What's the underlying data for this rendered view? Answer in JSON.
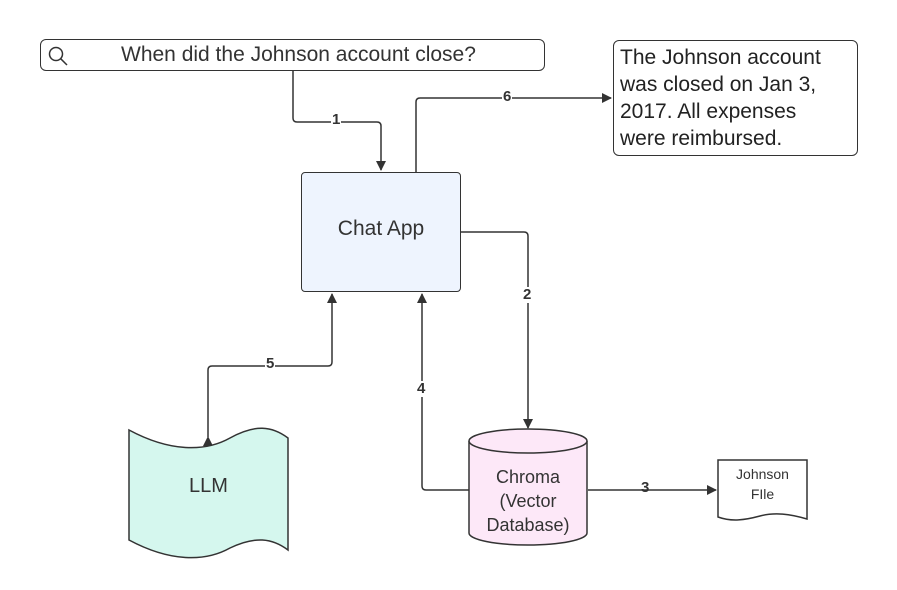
{
  "query": {
    "text": "When did the Johnson account close?",
    "icon": "search-icon"
  },
  "answer": {
    "lines": [
      "The Johnson account",
      "was closed on Jan 3,",
      "2017. All expenses",
      "were reimbursed."
    ]
  },
  "nodes": {
    "chat_app": "Chat App",
    "llm": "LLM",
    "chroma_lines": [
      "Chroma",
      "(Vector",
      "Database)"
    ],
    "johnson_file_lines": [
      "Johnson",
      "FIle"
    ]
  },
  "steps": {
    "s1": "1",
    "s2": "2",
    "s3": "3",
    "s4": "4",
    "s5": "5",
    "s6": "6"
  },
  "colors": {
    "chat_app_fill": "#eef4fe",
    "llm_fill": "#d5f7ee",
    "chroma_fill": "#fde8f8",
    "stroke": "#333333"
  }
}
